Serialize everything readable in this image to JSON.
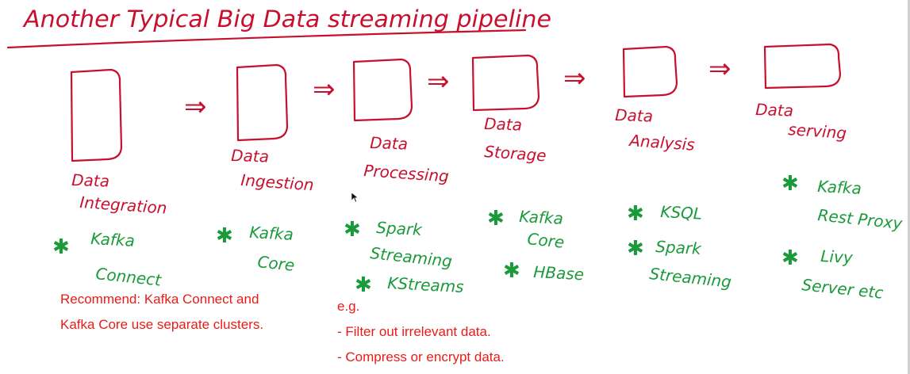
{
  "title": "Another Typical Big Data streaming pipeline",
  "stages": [
    {
      "label_lines": [
        "Data",
        "Integration"
      ]
    },
    {
      "label_lines": [
        "Data",
        "Ingestion"
      ]
    },
    {
      "label_lines": [
        "Data",
        "Processing"
      ]
    },
    {
      "label_lines": [
        "Data",
        "Storage"
      ]
    },
    {
      "label_lines": [
        "Data",
        "Analysis"
      ]
    },
    {
      "label_lines": [
        "Data",
        "serving"
      ]
    }
  ],
  "arrow_glyph": "⇒",
  "star_glyph": "✱",
  "tools": [
    {
      "items": [
        {
          "lines": [
            "Kafka",
            "Connect"
          ]
        }
      ]
    },
    {
      "items": [
        {
          "lines": [
            "Kafka",
            "Core"
          ]
        }
      ]
    },
    {
      "items": [
        {
          "lines": [
            "Spark",
            "Streaming"
          ]
        },
        {
          "lines": [
            "KStreams"
          ]
        }
      ]
    },
    {
      "items": [
        {
          "lines": [
            "Kafka",
            "Core"
          ]
        },
        {
          "lines": [
            "HBase"
          ]
        }
      ]
    },
    {
      "items": [
        {
          "lines": [
            "KSQL"
          ]
        },
        {
          "lines": [
            "Spark",
            "Streaming"
          ]
        }
      ]
    },
    {
      "items": [
        {
          "lines": [
            "Kafka",
            "Rest Proxy"
          ]
        },
        {
          "lines": [
            "Livy",
            "Server etc"
          ]
        }
      ]
    }
  ],
  "notes": {
    "recommend": [
      "Recommend: Kafka Connect and",
      "Kafka Core use separate clusters."
    ],
    "example": [
      "e.g.",
      "- Filter out irrelevant data.",
      "- Compress or encrypt data."
    ]
  },
  "colors": {
    "ink_red": "#c8102e",
    "ink_green": "#1a9a3a",
    "note_red": "#ea1b17"
  }
}
